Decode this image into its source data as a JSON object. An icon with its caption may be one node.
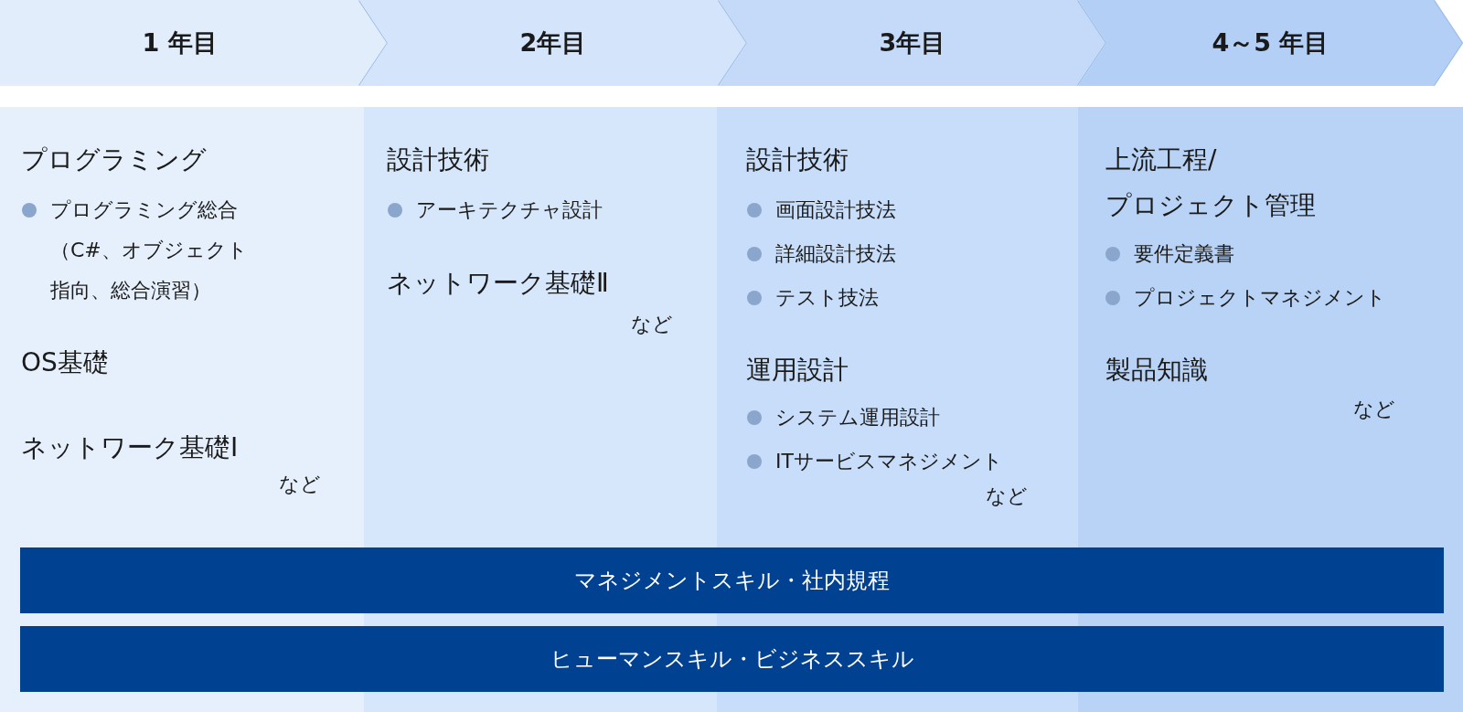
{
  "diagram": {
    "nodes": [
      {
        "text": [
          "1 年目"
        ]
      },
      {
        "text": [
          "2年目"
        ]
      },
      {
        "text": [
          "3年目"
        ]
      },
      {
        "text": [
          "4～5 年目"
        ]
      },
      {
        "text": [
          "プログラミング",
          "プログラミング総合（C#、オブジェクト指向、総合演習）",
          "OS基礎",
          "ネットワーク基礎Ⅰ",
          "など"
        ]
      },
      {
        "text": [
          "設計技術",
          "アーキテクチャ設計",
          "ネットワーク基礎Ⅱ",
          "など"
        ]
      },
      {
        "text": [
          "設計技術",
          "画面設計技法",
          "詳細設計技法",
          "テスト技法",
          "運用設計",
          "システム運用設計",
          "ITサービスマネジメント",
          "など"
        ]
      },
      {
        "text": [
          "上流工程/プロジェクト管理",
          "要件定義書",
          "プロジェクトマネジメント",
          "製品知識",
          "など"
        ]
      },
      {
        "text": [
          "マネジメントスキル・社内規程"
        ]
      },
      {
        "text": [
          "ヒューマンスキル・ビジネススキル"
        ]
      }
    ]
  }
}
